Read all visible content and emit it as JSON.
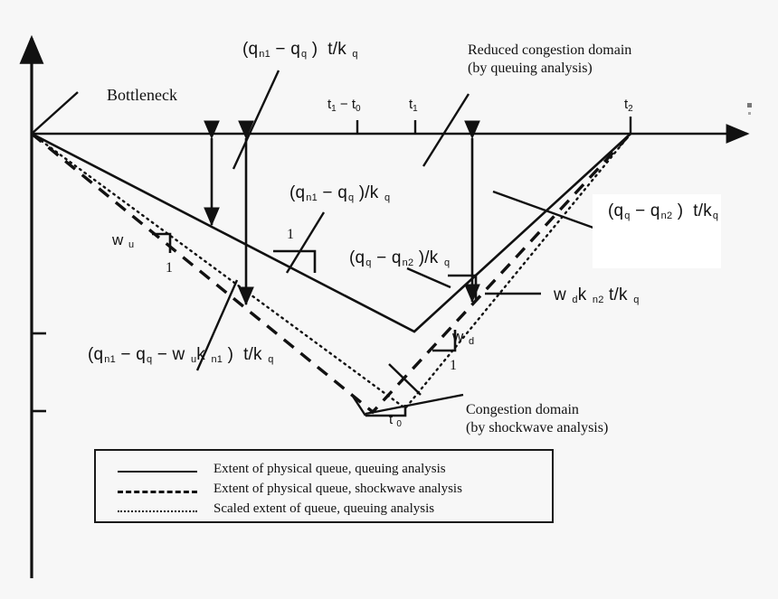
{
  "figure": {
    "type": "traffic-queue-shockwave-diagram",
    "axes": {
      "y_axis_name": "vertical-axis",
      "x_axis_name": "time-axis",
      "origin_label": "",
      "x_tick_labels": [
        {
          "id": "t1-minus-t0",
          "text": "t₁ − t₀",
          "base": "t",
          "sub": "1",
          "x": 395
        },
        {
          "id": "t1",
          "text": "t₁",
          "base": "t",
          "sub": "1",
          "x": 459
        },
        {
          "id": "t2",
          "text": "t₂",
          "base": "t",
          "sub": "2",
          "x": 697
        }
      ]
    },
    "annotations": {
      "bottleneck": "Bottleneck",
      "reduced_congestion_domain_line1": "Reduced congestion domain",
      "reduced_congestion_domain_line2": "(by queuing analysis)",
      "congestion_domain_line1": "Congestion domain",
      "congestion_domain_line2": "(by shockwave analysis)",
      "expr_qn1_minus_qq_t_over_kq": "(q n1 − q q ) t/k q",
      "expr_qn1_minus_qq_over_kq": "(q n1 − q q )/k q",
      "expr_qq_minus_qn2_over_kq": "(q q − q n2 )/k q",
      "expr_qq_minus_qn2_t_over_kq": "(q q − q n2 ) t/k q",
      "expr_qn1_minus_qq_minus_wu_kn1_t_over_kq": "(q n1 − q q − w u k n1 ) t/k q",
      "expr_wd_kn2_t_over_kq": "w d k n2 t/k q",
      "slope_wu": "w u",
      "slope_wd": "w d",
      "slope_unit_1": "1",
      "t0_marker": "t₀"
    },
    "legend": {
      "items": [
        {
          "style": "solid",
          "label": "Extent of physical queue, queuing analysis"
        },
        {
          "style": "dashed",
          "label": "Extent of physical queue, shockwave analysis"
        },
        {
          "style": "dotted",
          "label": "Scaled extent of queue, queuing analysis"
        }
      ]
    },
    "colors": {
      "ink": "#111111",
      "background": "#f7f7f7",
      "white_box": "#ffffff"
    }
  },
  "chart_data": {
    "type": "line",
    "title": "",
    "xlabel": "",
    "ylabel": "",
    "grid": false,
    "legend_position": "bottom-left",
    "axis_origin": {
      "x": 35,
      "y": 148
    },
    "x_ticks": [
      "t₁ − t₀",
      "t₁",
      "t₂"
    ],
    "series": [
      {
        "name": "Extent of physical queue, queuing analysis",
        "style": "solid",
        "points": [
          [
            35,
            148
          ],
          [
            458,
            367
          ],
          [
            697,
            148
          ]
        ]
      },
      {
        "name": "Extent of physical queue, shockwave analysis",
        "style": "dashed",
        "points": [
          [
            35,
            148
          ],
          [
            412,
            456
          ],
          [
            697,
            148
          ]
        ]
      },
      {
        "name": "Scaled extent of queue, queuing analysis",
        "style": "dotted",
        "points": [
          [
            35,
            148
          ],
          [
            448,
            452
          ],
          [
            697,
            148
          ]
        ]
      }
    ],
    "measure_arrows": [
      {
        "id": "qn1-qq-t-over-kq-arrow",
        "x": 234,
        "y_top": 150,
        "y_bottom": 252
      },
      {
        "id": "qn1-qq-wu-kn1-arrow",
        "x": 272,
        "y_top": 150,
        "y_bottom": 340
      },
      {
        "id": "qq-qn2-t-over-kq-arrow",
        "x": 522,
        "y_top": 150,
        "y_bottom": 337
      }
    ]
  }
}
